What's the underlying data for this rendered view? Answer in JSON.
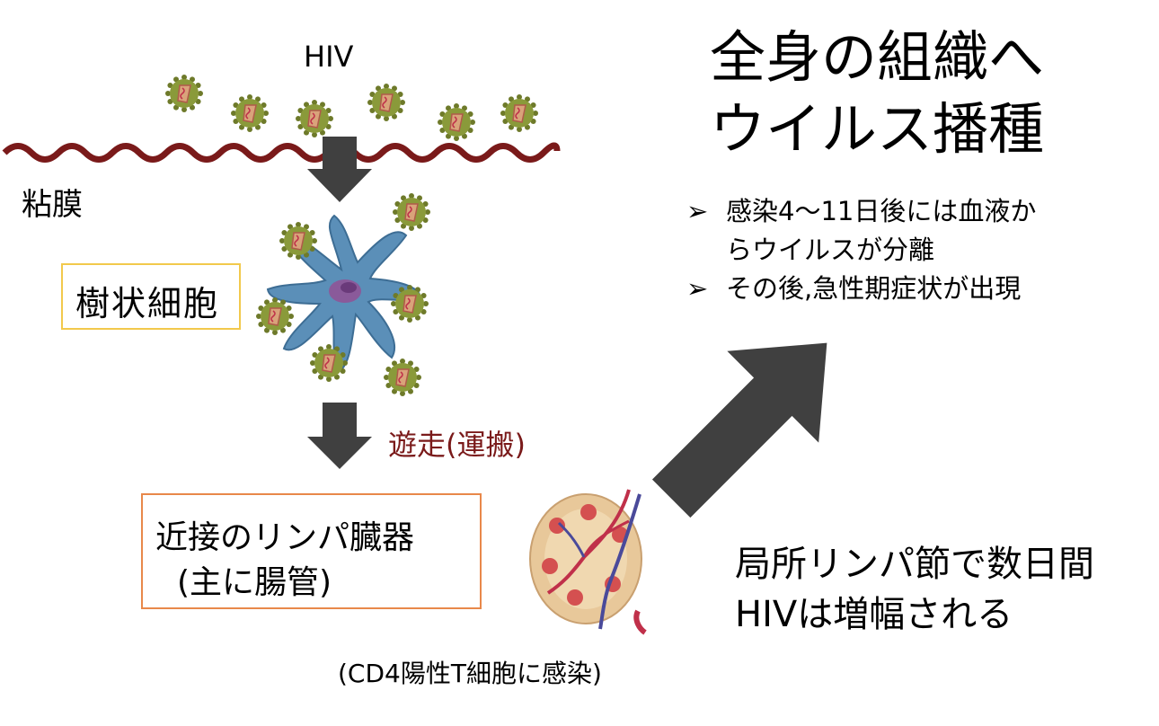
{
  "labels": {
    "hiv": "HIV",
    "mucosa": "粘膜",
    "dendritic_cell": "樹状細胞",
    "migration": "遊走(運搬)",
    "lymph_organ_line1": "近接のリンパ臓器",
    "lymph_organ_line2": "(主に腸管)",
    "cd4_note": "(CD4陽性T細胞に感染)"
  },
  "title": {
    "line1": "全身の組織へ",
    "line2": "ウイルス播種"
  },
  "bullets": {
    "marker": "➢",
    "item1_line1": "感染4〜11日後には血液か",
    "item1_line2": "らウイルスが分離",
    "item2": "その後,急性期症状が出現"
  },
  "amplification": {
    "line1": "局所リンパ節で数日間",
    "line2": "HIVは増幅される"
  },
  "colors": {
    "mucosa_wave": "#7a1a1a",
    "arrow": "#404040",
    "dendritic_cell": "#5b8fb8",
    "virus_shell": "#8a9a3a",
    "virus_core": "#d9a37a",
    "migration_text": "#7a1a1a",
    "dc_box_border": "#f2c94c",
    "lymph_box_border": "#e8884a",
    "lymph_node": "#e8c89a"
  }
}
